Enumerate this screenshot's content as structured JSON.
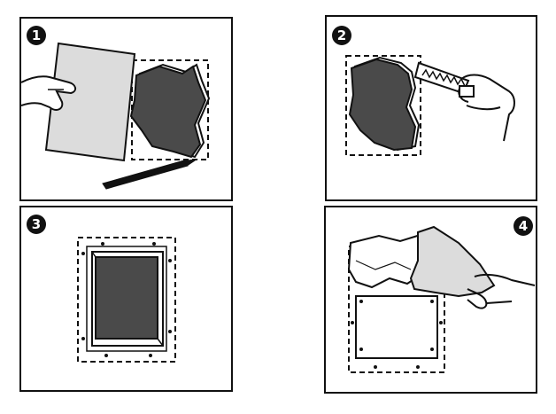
{
  "steps": [
    {
      "number": "1"
    },
    {
      "number": "2"
    },
    {
      "number": "3"
    },
    {
      "number": "4"
    }
  ],
  "colors": {
    "ink": "#111111",
    "shape_fill": "#4a4a4a",
    "paper_fill": "#dcdcdc",
    "background": "#ffffff"
  }
}
